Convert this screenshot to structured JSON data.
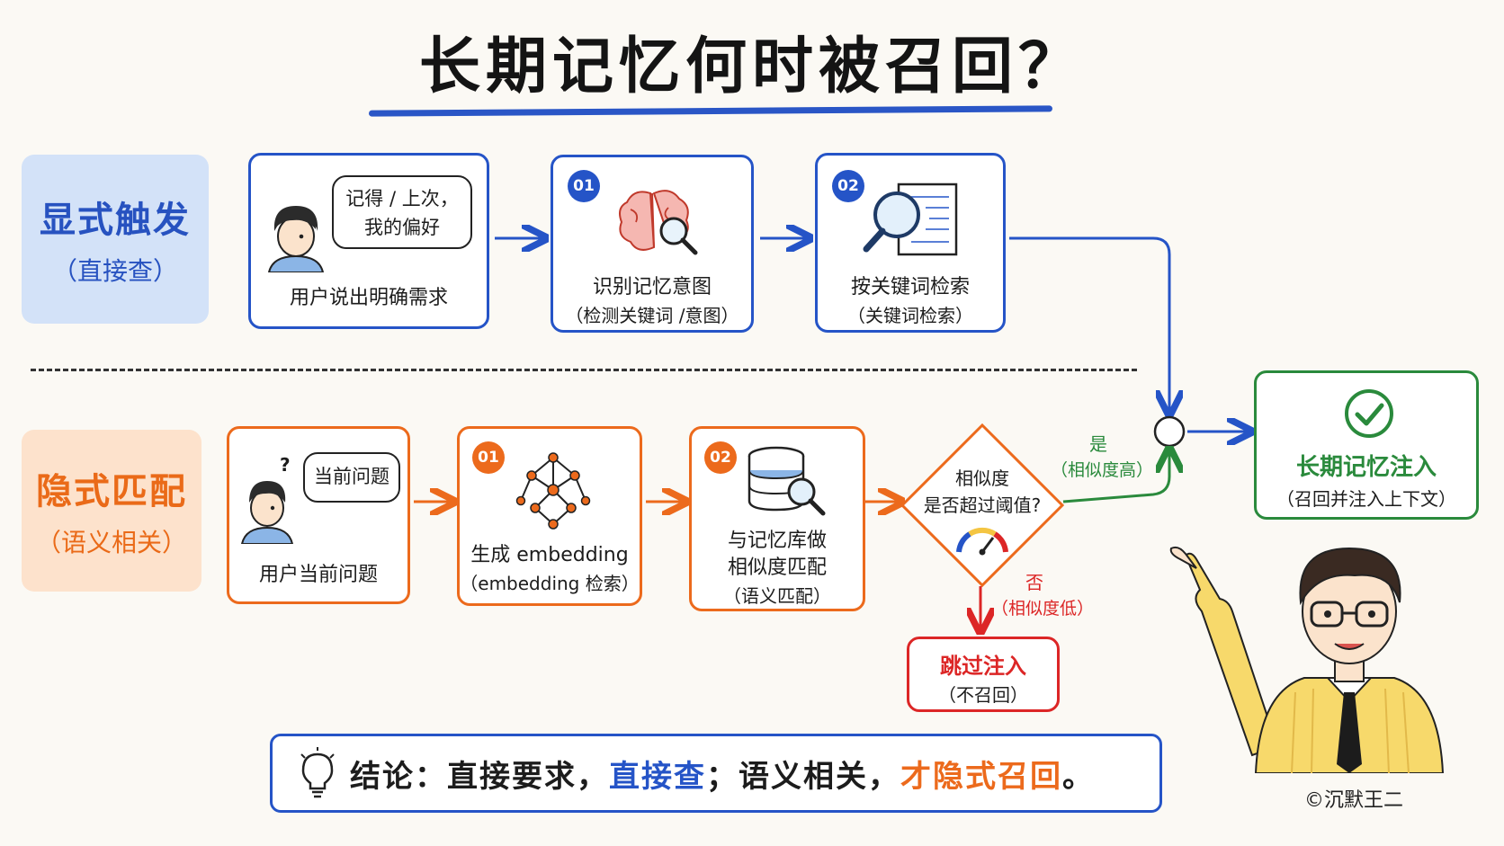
{
  "title": "长期记忆何时被召回？",
  "explicit": {
    "label": "显式触发",
    "sublabel": "（直接查）",
    "user_bubble_line1": "记得 / 上次，",
    "user_bubble_line2": "我的偏好",
    "user_caption": "用户说出明确需求",
    "step1_badge": "01",
    "step1_caption": "识别记忆意图",
    "step1_sub": "（检测关键词 /意图）",
    "step2_badge": "02",
    "step2_caption": "按关键词检索",
    "step2_sub": "（关键词检索）"
  },
  "implicit": {
    "label": "隐式匹配",
    "sublabel": "（语义相关）",
    "user_question_mark": "?",
    "user_bubble": "当前问题",
    "user_caption": "用户当前问题",
    "step1_badge": "01",
    "step1_caption": "生成 embedding",
    "step1_sub": "（embedding 检索）",
    "step2_badge": "02",
    "step2_caption_line1": "与记忆库做",
    "step2_caption_line2": "相似度匹配",
    "step2_sub": "（语义匹配）"
  },
  "decision": {
    "line1": "相似度",
    "line2": "是否超过阈值?",
    "yes_label": "是",
    "yes_sub": "（相似度高）",
    "no_label": "否",
    "no_sub": "（相似度低）"
  },
  "result": {
    "title": "长期记忆注入",
    "sub": "（召回并注入上下文）"
  },
  "skip": {
    "title": "跳过注入",
    "sub": "（不召回）"
  },
  "conclusion": {
    "part1": "结论：直接要求，",
    "part2": "直接查",
    "part3": "；语义相关，",
    "part4": "才隐式召回",
    "part5": "。"
  },
  "credit": "©沉默王二",
  "colors": {
    "blue": "#2554c7",
    "orange": "#ec6a1c",
    "green": "#2a8a3c",
    "red": "#dc2626"
  },
  "icons": [
    "person-icon",
    "brain-search-icon",
    "document-search-icon",
    "network-icon",
    "database-search-icon",
    "gauge-icon",
    "check-circle-icon",
    "lightbulb-icon",
    "teacher-pointing-icon"
  ]
}
